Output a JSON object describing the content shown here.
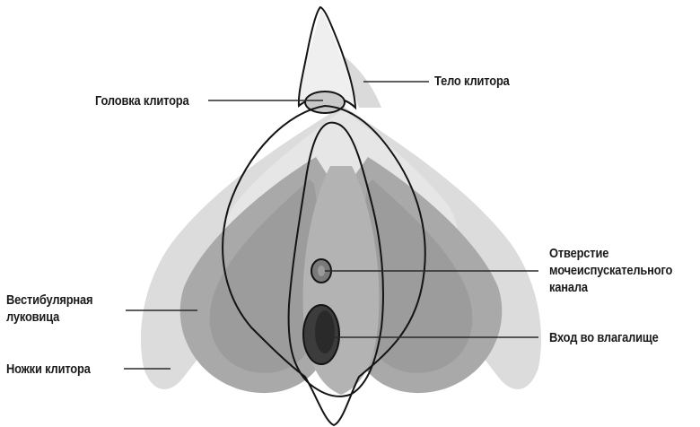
{
  "labels": {
    "body": "Тело клитора",
    "glans": "Головка клитора",
    "urethra": [
      "Отверстие",
      "мочеиспускательного",
      "канала"
    ],
    "bulb": [
      "Вестибулярная",
      "луковица"
    ],
    "vagina": "Вход во влагалище",
    "crura": "Ножки клитора"
  },
  "colors": {
    "outline": "#141414",
    "light_tissue": "#d4d4d4",
    "mid_tissue": "#b6b6b6",
    "dark_tissue": "#8f8f8f",
    "opening": "#3c3c3c",
    "leader": "#2a2a2a"
  }
}
